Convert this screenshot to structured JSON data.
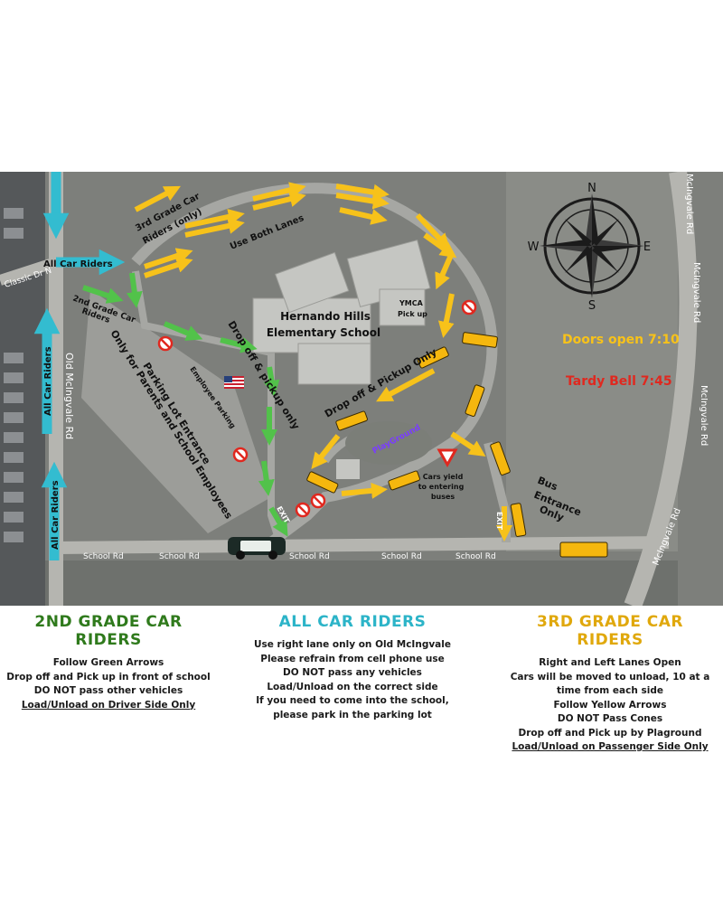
{
  "map": {
    "cardinal": {
      "n": "N",
      "s": "S",
      "e": "E",
      "w": "W"
    },
    "streets": {
      "classic": "Classic Dr N",
      "old_mcingvale": "Old McIngvale Rd",
      "mcingvale_1": "McIngvale Rd",
      "mcingvale_2": "McIngvale Rd",
      "mcingvale_3": "McIngvale Rd",
      "mcingvale_4": "McIngvale Rd",
      "school_rd_1": "School Rd",
      "school_rd_2": "School Rd",
      "school_rd_3": "School Rd",
      "school_rd_4": "School Rd",
      "school_rd_5": "School Rd"
    },
    "labels": {
      "all_car_riders_top": "All Car Riders",
      "all_car_riders_side_1": "All Car Riders",
      "all_car_riders_side_2": "All Car Riders",
      "third_grade_line1": "3rd Grade Car",
      "third_grade_line2": "Riders (only)",
      "use_both_lanes": "Use Both Lanes",
      "second_grade_line1": "2nd Grade Car",
      "second_grade_line2": "Riders",
      "school_name_line1": "Hernando Hills",
      "school_name_line2": "Elementary School",
      "ymca_line1": "YMCA",
      "ymca_line2": "Pick up",
      "drop_off_pickup_only_1": "Drop off & pickup only",
      "drop_off_pickup_only_2": "Drop off & Pickup Only",
      "employee_parking": "Employee Parking",
      "parking_line1": "Parking Lot Entrance",
      "parking_line2": "Only for Parents and School Employees",
      "playground": "PlayGround",
      "cars_yield_line1": "Cars yield",
      "cars_yield_line2": "to entering",
      "cars_yield_line3": "buses",
      "bus_entrance_line1": "Bus",
      "bus_entrance_line2": "Entrance",
      "bus_entrance_line3": "Only",
      "exit_1": "EXIT",
      "exit_2": "EXIT",
      "doors_open": "Doors open  7:10",
      "tardy_bell": "Tardy Bell  7:45"
    },
    "colors": {
      "yellow": "#f7c21a",
      "green": "#52c24a",
      "cyan": "#33bcd0",
      "red": "#e0281f",
      "bus": "#f5b70e"
    }
  },
  "sections": {
    "second_grade": {
      "title": "2nd Grade Car Riders",
      "lines": [
        "Follow Green Arrows",
        "Drop off and Pick up in front of school",
        "DO NOT pass other vehicles",
        "Load/Unload on Driver Side Only"
      ]
    },
    "all_car": {
      "title": "All Car Riders",
      "lines": [
        "Use right lane only on Old McIngvale",
        "Please refrain from cell phone use",
        "DO NOT pass any vehicles",
        "Load/Unload on the correct side",
        "If you need to come into the school,",
        "please park in the parking lot"
      ]
    },
    "third_grade": {
      "title": "3rd Grade Car Riders",
      "lines": [
        "Right and Left Lanes Open",
        "Cars will be moved to unload, 10 at a",
        "time from each side",
        "Follow Yellow Arrows",
        "DO NOT Pass Cones",
        "Drop off and Pick up by Plaground",
        "Load/Unload on Passenger Side Only"
      ]
    }
  }
}
